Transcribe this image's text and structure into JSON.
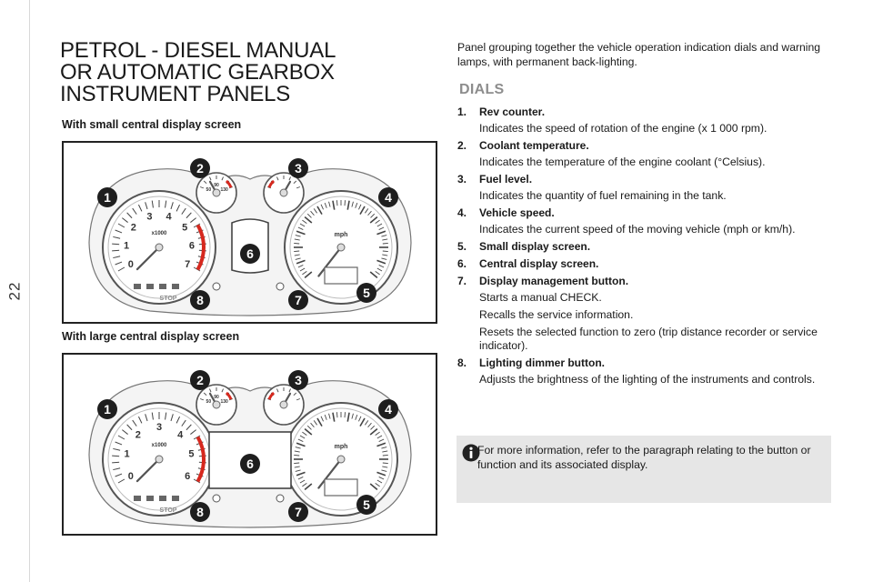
{
  "page": {
    "number": "22"
  },
  "title": {
    "lines": [
      "PETROL - DIESEL MANUAL",
      "OR AUTOMATIC GEARBOX",
      "INSTRUMENT PANELS"
    ]
  },
  "figures": [
    {
      "caption": "With small central display screen",
      "callouts": [
        "1",
        "2",
        "3",
        "4",
        "5",
        "6",
        "7",
        "8"
      ],
      "rev_scale": [
        "0",
        "1",
        "2",
        "3",
        "4",
        "5",
        "6",
        "7"
      ],
      "rev_unit": "x1000",
      "speed_unit": "mph",
      "temp_scale": [
        "50",
        "90",
        "130"
      ],
      "stop_label": "STOP"
    },
    {
      "caption": "With large central display screen",
      "callouts": [
        "1",
        "2",
        "3",
        "4",
        "5",
        "6",
        "7",
        "8"
      ],
      "rev_scale": [
        "0",
        "1",
        "2",
        "3",
        "4",
        "5",
        "6"
      ],
      "rev_unit": "x1000",
      "speed_unit": "mph",
      "temp_scale": [
        "50",
        "90",
        "130"
      ],
      "stop_label": "STOP"
    }
  ],
  "intro": "Panel grouping together the vehicle operation indication dials and warning lamps, with permanent back-lighting.",
  "dials_heading": "DIALS",
  "dials": [
    {
      "num": "1.",
      "title": "Rev counter.",
      "desc": [
        "Indicates the speed of rotation of the engine (x 1 000 rpm)."
      ]
    },
    {
      "num": "2.",
      "title": "Coolant temperature.",
      "desc": [
        "Indicates the temperature of the engine coolant (°Celsius)."
      ]
    },
    {
      "num": "3.",
      "title": "Fuel level.",
      "desc": [
        "Indicates the quantity of fuel remaining in the tank."
      ]
    },
    {
      "num": "4.",
      "title": "Vehicle speed.",
      "desc": [
        "Indicates the current speed of the moving vehicle (mph or km/h)."
      ]
    },
    {
      "num": "5.",
      "title": "Small display screen.",
      "desc": []
    },
    {
      "num": "6.",
      "title": "Central display screen.",
      "desc": []
    },
    {
      "num": "7.",
      "title": "Display management button.",
      "desc": [
        "Starts a manual CHECK.",
        "Recalls the service information.",
        "Resets the selected function to zero (trip distance recorder or service indicator)."
      ]
    },
    {
      "num": "8.",
      "title": "Lighting dimmer button.",
      "desc": [
        "Adjusts the brightness of the lighting of the instruments and controls."
      ]
    }
  ],
  "info": {
    "icon": "info-icon",
    "text": "For more information, refer to the paragraph relating to the button or function and its associated display."
  },
  "colors": {
    "heading_grey": "#8d8d8d",
    "info_bg": "#e6e6e6",
    "redline": "#d6281e",
    "callout": "#1e1e1e"
  }
}
